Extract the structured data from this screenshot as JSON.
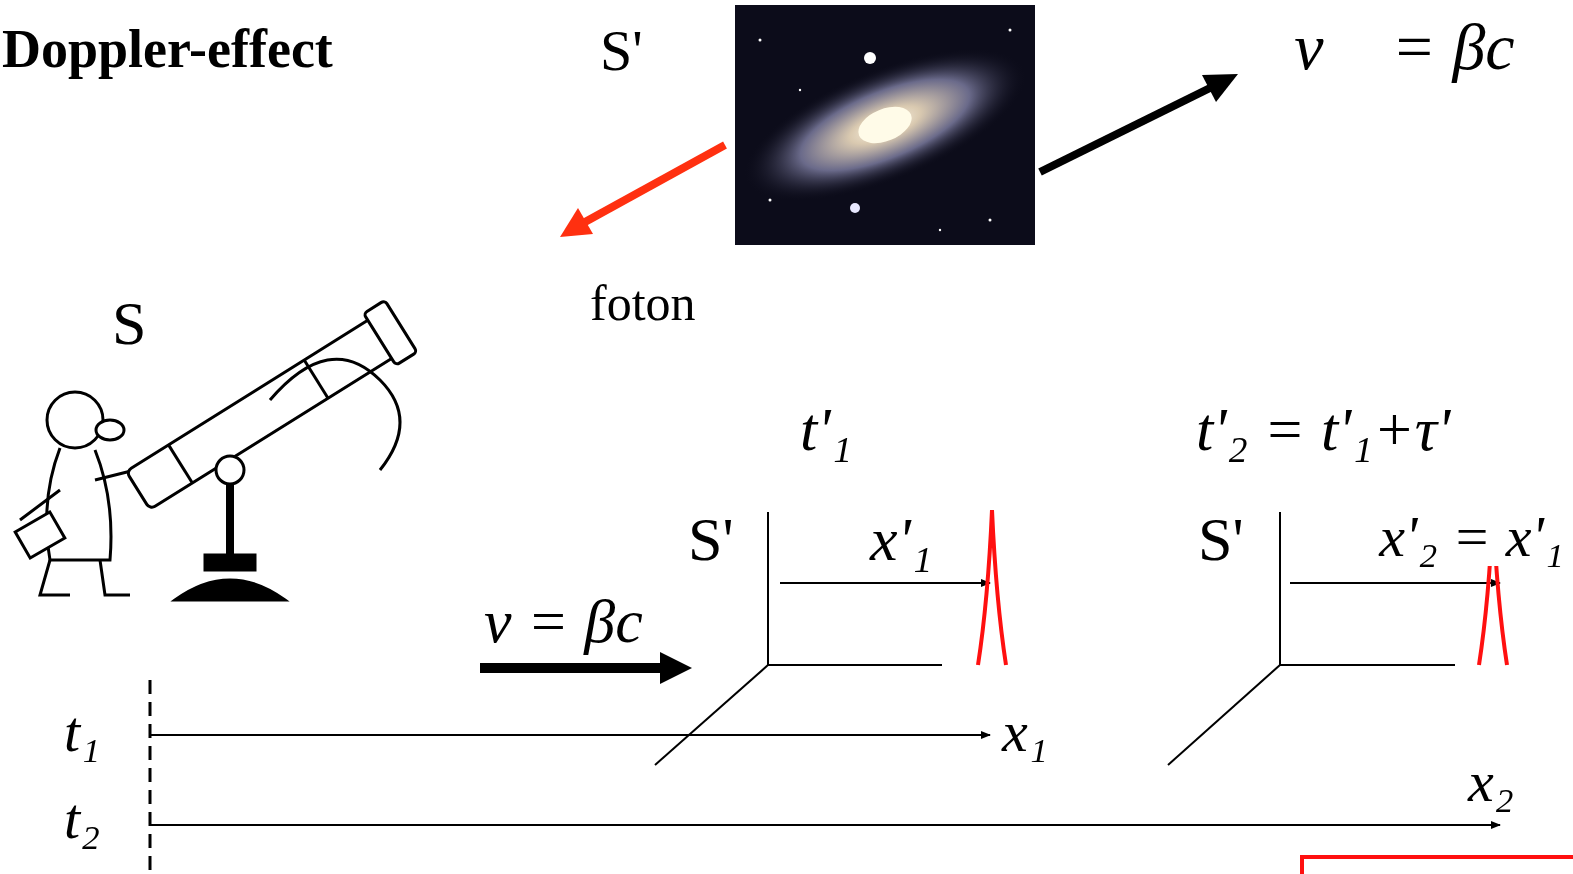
{
  "diagram": {
    "title": "Doppler-effect",
    "labels": [
      "S'",
      "v⃗ = βc⃗",
      "foton",
      "S",
      "t'₁",
      "t'₂ = t'₁+τ'",
      "S'",
      "x'₁",
      "S'",
      "x'₂ = x'₁",
      "v = βc",
      "t₁",
      "t₂",
      "x₁",
      "x₂"
    ]
  }
}
